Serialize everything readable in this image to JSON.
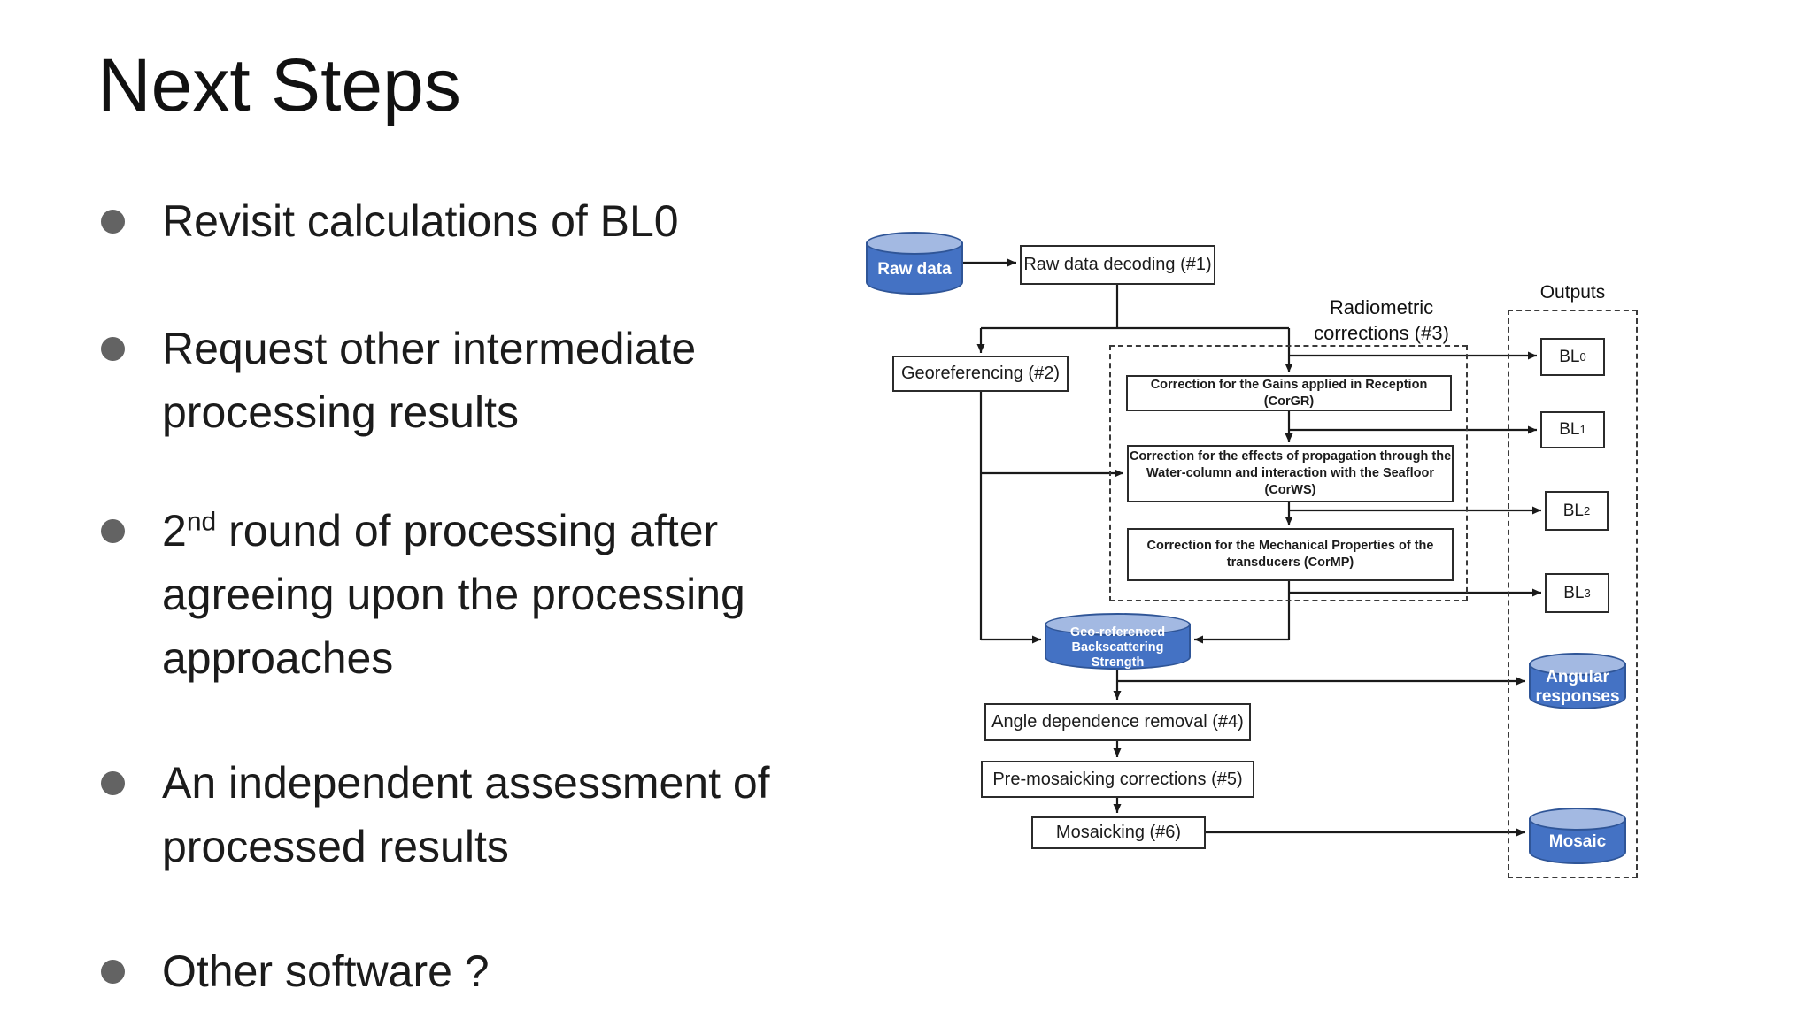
{
  "slide": {
    "title": "Next Steps",
    "bullets": {
      "b1": {
        "line1": "Revisit calculations of BL0"
      },
      "b2": {
        "line1": "Request other intermediate",
        "line2": "processing results"
      },
      "b3": {
        "line1_pre": "2",
        "line1_sup": "nd",
        "line1_post": " round of processing after",
        "line2": "agreeing upon the processing",
        "line3": "approaches"
      },
      "b4": {
        "line1": "An independent assessment of",
        "line2": "processed results"
      },
      "b5": {
        "line1": "Other software ?"
      }
    }
  },
  "flowchart": {
    "labels": {
      "radiometric": "Radiometric\ncorrections (#3)",
      "outputs": "Outputs"
    },
    "nodes": {
      "raw_data": "Raw data",
      "decode": "Raw data decoding (#1)",
      "georef": "Georeferencing (#2)",
      "corgr": "Correction for the Gains applied in Reception (CorGR)",
      "corws": "Correction for the effects of propagation through the\nWater-column and interaction with the Seafloor (CorWS)",
      "cormp": "Correction for the Mechanical Properties of the\ntransducers (CorMP)",
      "bl0_base": "BL",
      "bl0_sub": "0",
      "bl1_base": "BL",
      "bl1_sub": "1",
      "bl2_base": "BL",
      "bl2_sub": "2",
      "bl3_base": "BL",
      "bl3_sub": "3",
      "georef_bs": "Geo-referenced\nBackscattering Strength",
      "angle": "Angle dependence removal (#4)",
      "premos": "Pre-mosaicking corrections (#5)",
      "mosaicking": "Mosaicking (#6)",
      "angular": "Angular\nresponses",
      "mosaic": "Mosaic"
    },
    "colors": {
      "cylinder_body": "#4472C4",
      "cylinder_top": "#A3B9E2",
      "cylinder_border": "#2F5597",
      "line": "#1a1a1a",
      "bullet_dot": "#636363"
    }
  }
}
